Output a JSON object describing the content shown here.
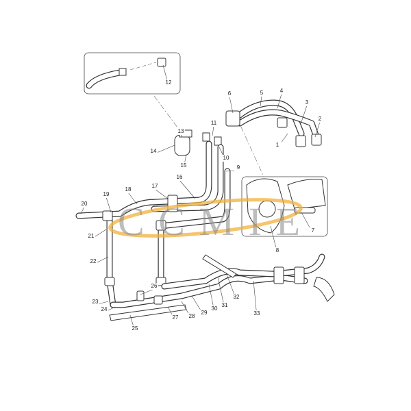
{
  "diagram": {
    "part_numbers": [
      "1",
      "2",
      "3",
      "4",
      "5",
      "6",
      "7",
      "8",
      "9",
      "10",
      "11",
      "12",
      "13",
      "14",
      "15",
      "16",
      "17",
      "18",
      "19",
      "20",
      "21",
      "22",
      "23",
      "24",
      "25",
      "26",
      "27",
      "28",
      "29",
      "30",
      "31",
      "32",
      "33"
    ],
    "watermark": "CCMIE",
    "colors": {
      "line": "#333333",
      "watermark": "#888888",
      "swoosh": "#f0b23c"
    }
  }
}
